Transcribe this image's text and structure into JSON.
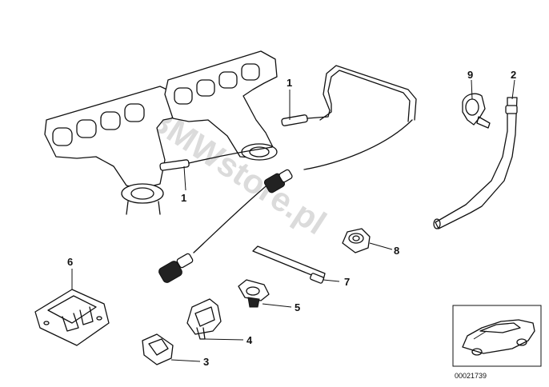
{
  "callouts": {
    "part_1_upper": "1",
    "part_1_lower": "1",
    "part_2": "2",
    "part_3": "3",
    "part_4": "4",
    "part_5": "5",
    "part_6": "6",
    "part_7": "7",
    "part_8": "8",
    "part_9": "9"
  },
  "watermark": "BMWstore.pl",
  "diagram_id": "00021739",
  "icons": {
    "exhaust_manifold": "exhaust-manifold-icon",
    "oxygen_sensor": "oxygen-sensor-icon",
    "bracket": "bracket-icon",
    "clip": "clip-icon",
    "cable_tie": "cable-tie-icon",
    "nut": "nut-icon",
    "grommet": "grommet-icon",
    "holder": "holder-icon",
    "car_thumbnail": "car-thumbnail-icon"
  }
}
